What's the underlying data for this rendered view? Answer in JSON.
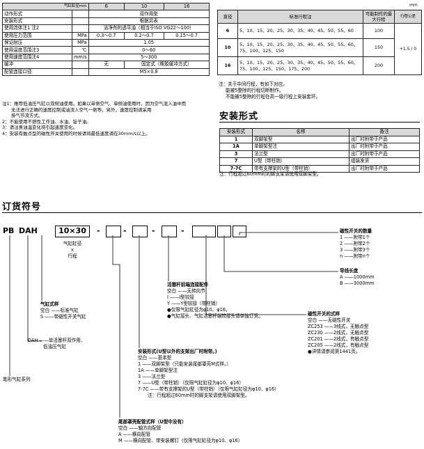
{
  "spec_table": {
    "header": {
      "label": "气缸缸径mm",
      "col1": "6",
      "col2": "10",
      "col3": "16"
    },
    "rows": [
      {
        "label": "动作形式",
        "unit": "",
        "merged": "双作用型"
      },
      {
        "label": "安装形式",
        "unit": "",
        "merged": "根据另表"
      },
      {
        "label": "使用流体注1 注2",
        "unit": "",
        "merged": "洁净剂的透平油（相当于ISO VG22～100）"
      },
      {
        "label": "使用压力范围",
        "unit": "MPa",
        "c1": "0.3～0.7",
        "c2": "0.2～0.7",
        "c3": "0.15～0.7"
      },
      {
        "label": "保证耐压",
        "unit": "MPa",
        "merged": "1.05"
      },
      {
        "label": "使用温度范围注3",
        "unit": "℃",
        "merged": "0～60"
      },
      {
        "label": "使用速度范围注4",
        "unit": "mm/s",
        "merged": "5～300"
      },
      {
        "label": "缓冲",
        "unit": "",
        "c1": "无",
        "merged23": "固定式（橡胶缓冲方式）"
      },
      {
        "label": "配管连接口径",
        "unit": "",
        "merged": "M5×0.8"
      }
    ]
  },
  "spec_notes": [
    "注1：推荐低油压气缸以双侧油使用。如果以单侧空气、单侧油使用时，因为空气混入油中而",
    "　　无法进行正确的速度控制或油流入空气一侧等。另外，速度控制请采用",
    "　　排气节流方式。",
    "2：不能使用不燃性工作油、水油、锭子油。",
    "3：请注意油温变化将引起速度变化。",
    "4：安装有触点型的磁性开关使用的时候请将最低速度调在30mm/s以上。"
  ],
  "stroke_table": {
    "unit": "mm",
    "headers": [
      "直径",
      "标准行程注",
      "可能制作的最大行程",
      "行程公差"
    ],
    "rows": [
      {
        "bore": "6",
        "strokes": "5、10、15、20、25、30、35、40、45、50、55、60",
        "max": "100"
      },
      {
        "bore": "10",
        "strokes": "5、10、15、20、25、30、35、40、45、50、55、60、75、100、125、150",
        "max": "150"
      },
      {
        "bore": "16",
        "strokes": "5、10、15、20、25、30、35、40、45、50、55、60、75、100、125、150、175、200",
        "max": "200"
      }
    ],
    "tolerance": "+1.5 / 0",
    "notes": [
      "注：关于中间行程，有如下对应。",
      "能被5整除的行程切断制作。",
      "不能被5整除的行程在高一级行程上安装套环。"
    ]
  },
  "mount_section": {
    "title": "安装形式",
    "headers": [
      "安装形式",
      "名称",
      "备注"
    ],
    "rows": [
      {
        "code": "1",
        "name": "双脚架型",
        "note": "出厂时附带于产品"
      },
      {
        "code": "1A",
        "name": "单脚架型注",
        "note": "出厂时附带于产品"
      },
      {
        "code": "3",
        "name": "法兰型",
        "note": "出厂时附带于产品"
      },
      {
        "code": "7",
        "name": "U型（带柱销）",
        "note": "组装发货"
      },
      {
        "code": "7-7C",
        "name": "带有支撑架的U型（带柱销）",
        "note": "出厂时附带于产品"
      }
    ],
    "note": "注：行程超过60mm时的脚支架请使用双脚架型。"
  },
  "order_section": {
    "title": "订货符号",
    "code_pb": "PB",
    "code_dah": "DAH",
    "code_bore": "10×30",
    "dash": "-",
    "bore_label": [
      "气缸缸径",
      "×",
      "行程"
    ],
    "switch_qty": {
      "title": "磁性开关的数量",
      "items": [
        "1 ——附带1个",
        "2 ——附带2个",
        "3 ——附带3个",
        "n ——附带n个"
      ]
    },
    "lead": {
      "title": "导线长度",
      "items": [
        "A ——1000mm",
        "B ——3000mm"
      ]
    },
    "switch_type": {
      "title": "磁性开关的式样",
      "items": [
        "空白 ——无磁性开关",
        "ZC253 ——3线式，无触点型",
        "ZC230 ——2线式，无触点型",
        "ZC201 ——2线式，有触点型",
        "ZC205 ——2线式，有触点型"
      ],
      "note": "●详情请参阅第1441页。"
    },
    "rod_end": {
      "title": "活塞杆前端连接配件",
      "items": [
        "空白 ——无转向节",
        "I ——I型铰接",
        "Y ——Y型铰接（带柱销）"
      ],
      "notes": [
        "●仅限气缸缸径为φ10、φ16。",
        "●气缸接头、气缸活塞杆端铰接头请单独订货。"
      ]
    },
    "cyl_type": {
      "title": "气缸式样",
      "items": [
        "空白 ——标准气缸",
        "S ——带磁性开关气缸"
      ]
    },
    "dah": {
      "title": "DAH ——单活塞杆双作用、",
      "sub": "低油压气缸"
    },
    "series": "笔形气缸系列",
    "mount_ship": {
      "title": "安装形式(U型以外的支架出厂时附带。)",
      "items": [
        "空白 ——基本型",
        "1 ——双脚架型（只能安装尾部罩壳M式样。）",
        "1A ——单脚架型注",
        "3 ——法兰型",
        "7 ——U型（带柱销）（仅限气缸缸径为φ10、φ16）",
        "7-7C ——带有支撑架的U型（带柱销）（仅限气缸缸径为φ10、φ16）"
      ],
      "note": "注：行程超过60mm时的脚支架请使用双脚架型。"
    },
    "tail": {
      "title": "尾部罩壳配管式样（U型中没有）",
      "items": [
        "空白 ——轴方向配管",
        "A ——横向配管",
        "M ——横向配管、带安装螺钉（仅限气缸缸径为φ10、φ16）"
      ]
    }
  }
}
